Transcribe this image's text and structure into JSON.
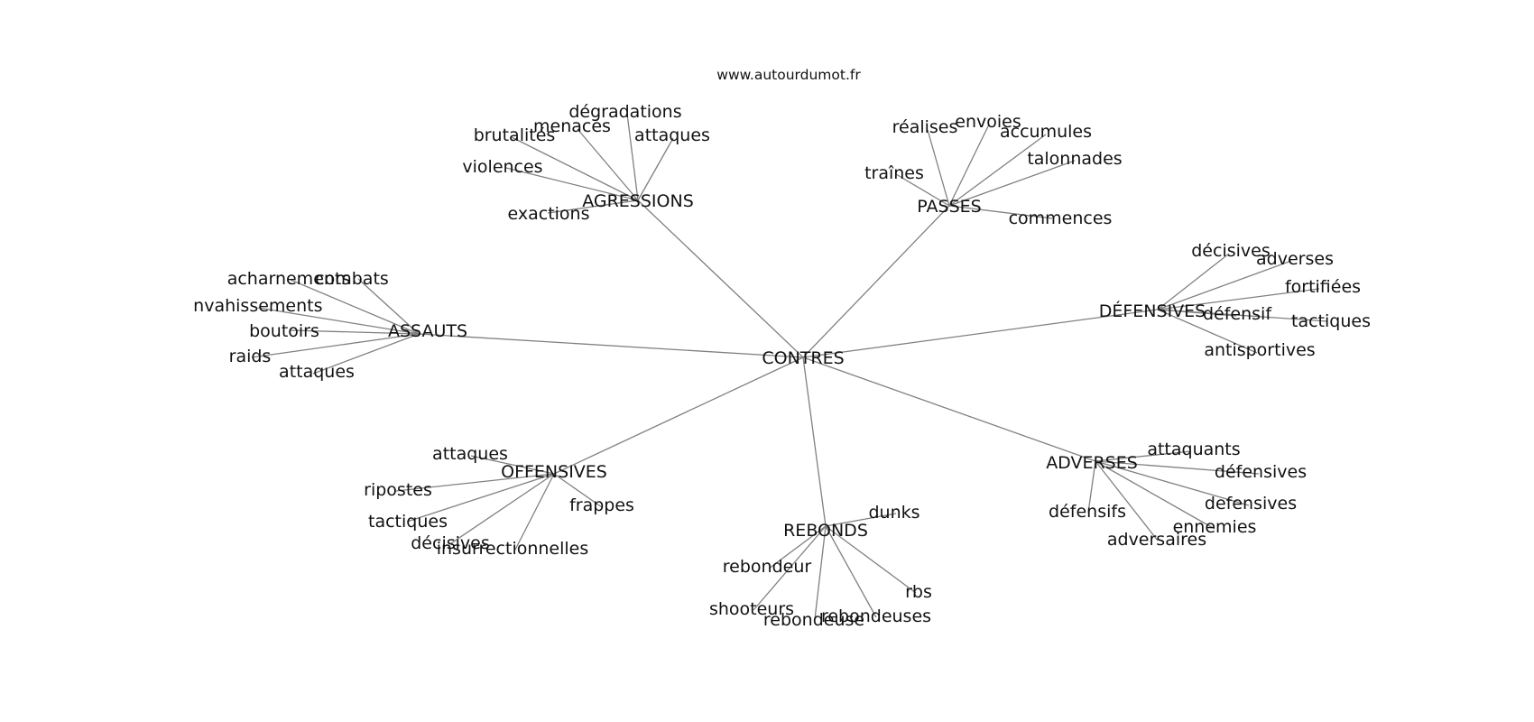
{
  "header": {
    "source": "www.autourdumot.fr"
  },
  "graph": {
    "center": "CONTRES",
    "nodes": {
      "contres": "CONTRES",
      "agressions": "AGRESSIONS",
      "passes": "PASSES",
      "assauts": "ASSAUTS",
      "defensives_hub": "DÉFENSIVES",
      "offensives": "OFFENSIVES",
      "adverses_hub": "ADVERSES",
      "rebonds": "REBONDS",
      "agr_degradations": "dégradations",
      "agr_menaces": "menaces",
      "agr_brutalites": "brutalités",
      "agr_attaques": "attaques",
      "agr_violences": "violences",
      "agr_exactions": "exactions",
      "pas_realises": "réalises",
      "pas_envoies": "envoies",
      "pas_accumules": "accumules",
      "pas_talonnades": "talonnades",
      "pas_traines": "traînes",
      "pas_commences": "commences",
      "ass_acharnements": "acharnements",
      "ass_combats": "combats",
      "ass_envahissements": "envahissements",
      "ass_boutoirs": "boutoirs",
      "ass_raids": "raids",
      "ass_attaques": "attaques",
      "def_decisives": "décisives",
      "def_adverses": "adverses",
      "def_fortifiees": "fortifiées",
      "def_defensif": "défensif",
      "def_tactiques": "tactiques",
      "def_antisportives": "antisportives",
      "off_attaques": "attaques",
      "off_ripostes": "ripostes",
      "off_tactiques": "tactiques",
      "off_decisives": "décisives",
      "off_insurrectionnelles": "insurrectionnelles",
      "off_frappes": "frappes",
      "adv_attaquants": "attaquants",
      "adv_defensives_acc": "défensives",
      "adv_defensives": "defensives",
      "adv_defensifs": "défensifs",
      "adv_ennemies": "ennemies",
      "adv_adversaires": "adversaires",
      "reb_dunks": "dunks",
      "reb_rebondeur": "rebondeur",
      "reb_rbs": "rbs",
      "reb_shooteurs": "shooteurs",
      "reb_rebondeuse": "rebondeuse",
      "reb_rebondeuses": "rebondeuses"
    },
    "edges": [
      [
        "contres",
        "agressions"
      ],
      [
        "contres",
        "passes"
      ],
      [
        "contres",
        "assauts"
      ],
      [
        "contres",
        "defensives_hub"
      ],
      [
        "contres",
        "offensives"
      ],
      [
        "contres",
        "adverses_hub"
      ],
      [
        "contres",
        "rebonds"
      ],
      [
        "agressions",
        "agr_degradations"
      ],
      [
        "agressions",
        "agr_menaces"
      ],
      [
        "agressions",
        "agr_brutalites"
      ],
      [
        "agressions",
        "agr_attaques"
      ],
      [
        "agressions",
        "agr_violences"
      ],
      [
        "agressions",
        "agr_exactions"
      ],
      [
        "passes",
        "pas_realises"
      ],
      [
        "passes",
        "pas_envoies"
      ],
      [
        "passes",
        "pas_accumules"
      ],
      [
        "passes",
        "pas_talonnades"
      ],
      [
        "passes",
        "pas_traines"
      ],
      [
        "passes",
        "pas_commences"
      ],
      [
        "assauts",
        "ass_acharnements"
      ],
      [
        "assauts",
        "ass_combats"
      ],
      [
        "assauts",
        "ass_envahissements"
      ],
      [
        "assauts",
        "ass_boutoirs"
      ],
      [
        "assauts",
        "ass_raids"
      ],
      [
        "assauts",
        "ass_attaques"
      ],
      [
        "defensives_hub",
        "def_decisives"
      ],
      [
        "defensives_hub",
        "def_adverses"
      ],
      [
        "defensives_hub",
        "def_fortifiees"
      ],
      [
        "defensives_hub",
        "def_defensif"
      ],
      [
        "defensives_hub",
        "def_tactiques"
      ],
      [
        "defensives_hub",
        "def_antisportives"
      ],
      [
        "offensives",
        "off_attaques"
      ],
      [
        "offensives",
        "off_ripostes"
      ],
      [
        "offensives",
        "off_tactiques"
      ],
      [
        "offensives",
        "off_decisives"
      ],
      [
        "offensives",
        "off_insurrectionnelles"
      ],
      [
        "offensives",
        "off_frappes"
      ],
      [
        "adverses_hub",
        "adv_attaquants"
      ],
      [
        "adverses_hub",
        "adv_defensives_acc"
      ],
      [
        "adverses_hub",
        "adv_defensives"
      ],
      [
        "adverses_hub",
        "adv_defensifs"
      ],
      [
        "adverses_hub",
        "adv_ennemies"
      ],
      [
        "adverses_hub",
        "adv_adversaires"
      ],
      [
        "rebonds",
        "reb_dunks"
      ],
      [
        "rebonds",
        "reb_rebondeur"
      ],
      [
        "rebonds",
        "reb_rbs"
      ],
      [
        "rebonds",
        "reb_shooteurs"
      ],
      [
        "rebonds",
        "reb_rebondeuse"
      ],
      [
        "rebonds",
        "reb_rebondeuses"
      ]
    ]
  }
}
